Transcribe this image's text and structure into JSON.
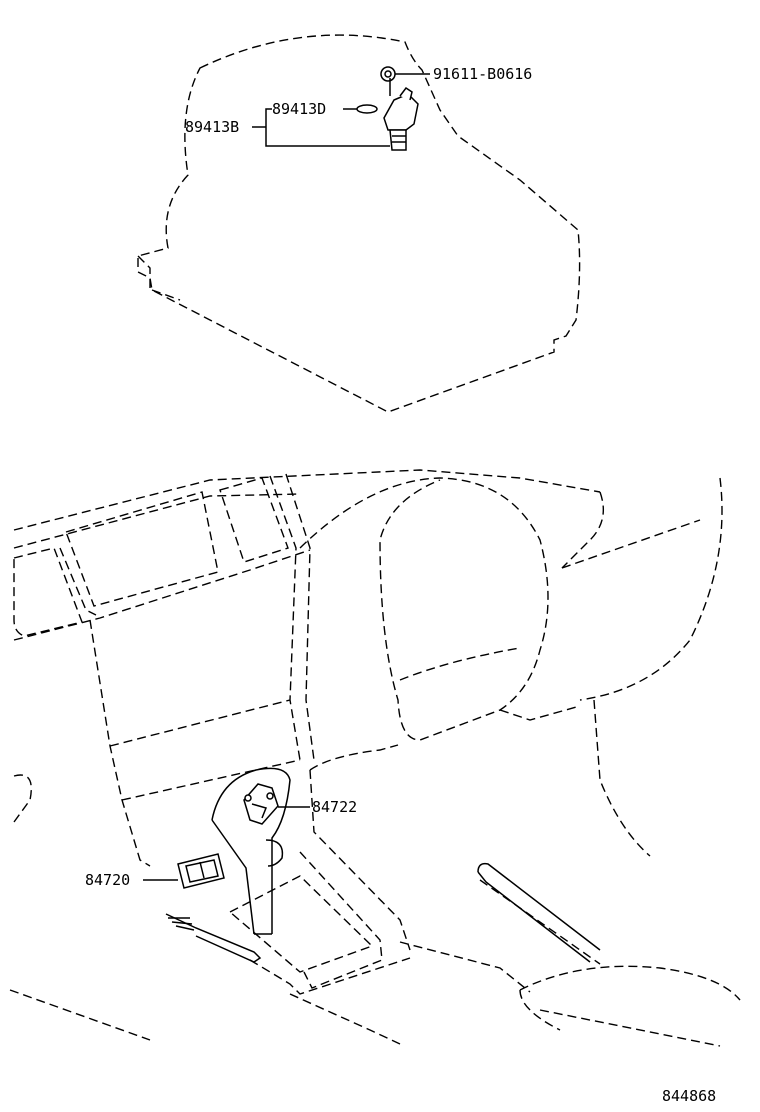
{
  "callouts": {
    "clip": "91611-B0616",
    "sensor_assembly": "89413B",
    "o_ring": "89413D",
    "shift_lock_switch": "84722",
    "switch_connector": "84720"
  },
  "figure_number": "844868"
}
